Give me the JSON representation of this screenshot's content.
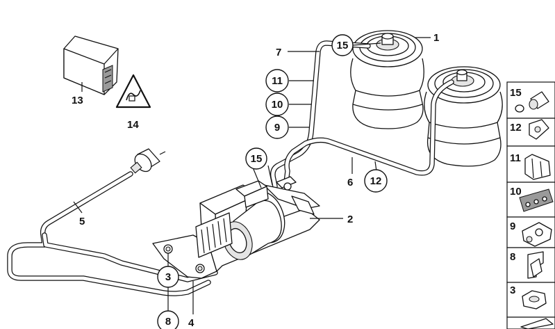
{
  "callouts": {
    "c1": "1",
    "c2": "2",
    "c3": "3",
    "c4": "4",
    "c5": "5",
    "c6": "6",
    "c7": "7",
    "c8": "8",
    "c9": "9",
    "c10": "10",
    "c11": "11",
    "c12": "12",
    "c13": "13",
    "c14": "14",
    "c15a": "15",
    "c15b": "15"
  },
  "sidebar": {
    "items": [
      {
        "label": "15"
      },
      {
        "label": "12"
      },
      {
        "label": "11"
      },
      {
        "label": "10"
      },
      {
        "label": "9"
      },
      {
        "label": "8"
      },
      {
        "label": "3"
      }
    ]
  }
}
